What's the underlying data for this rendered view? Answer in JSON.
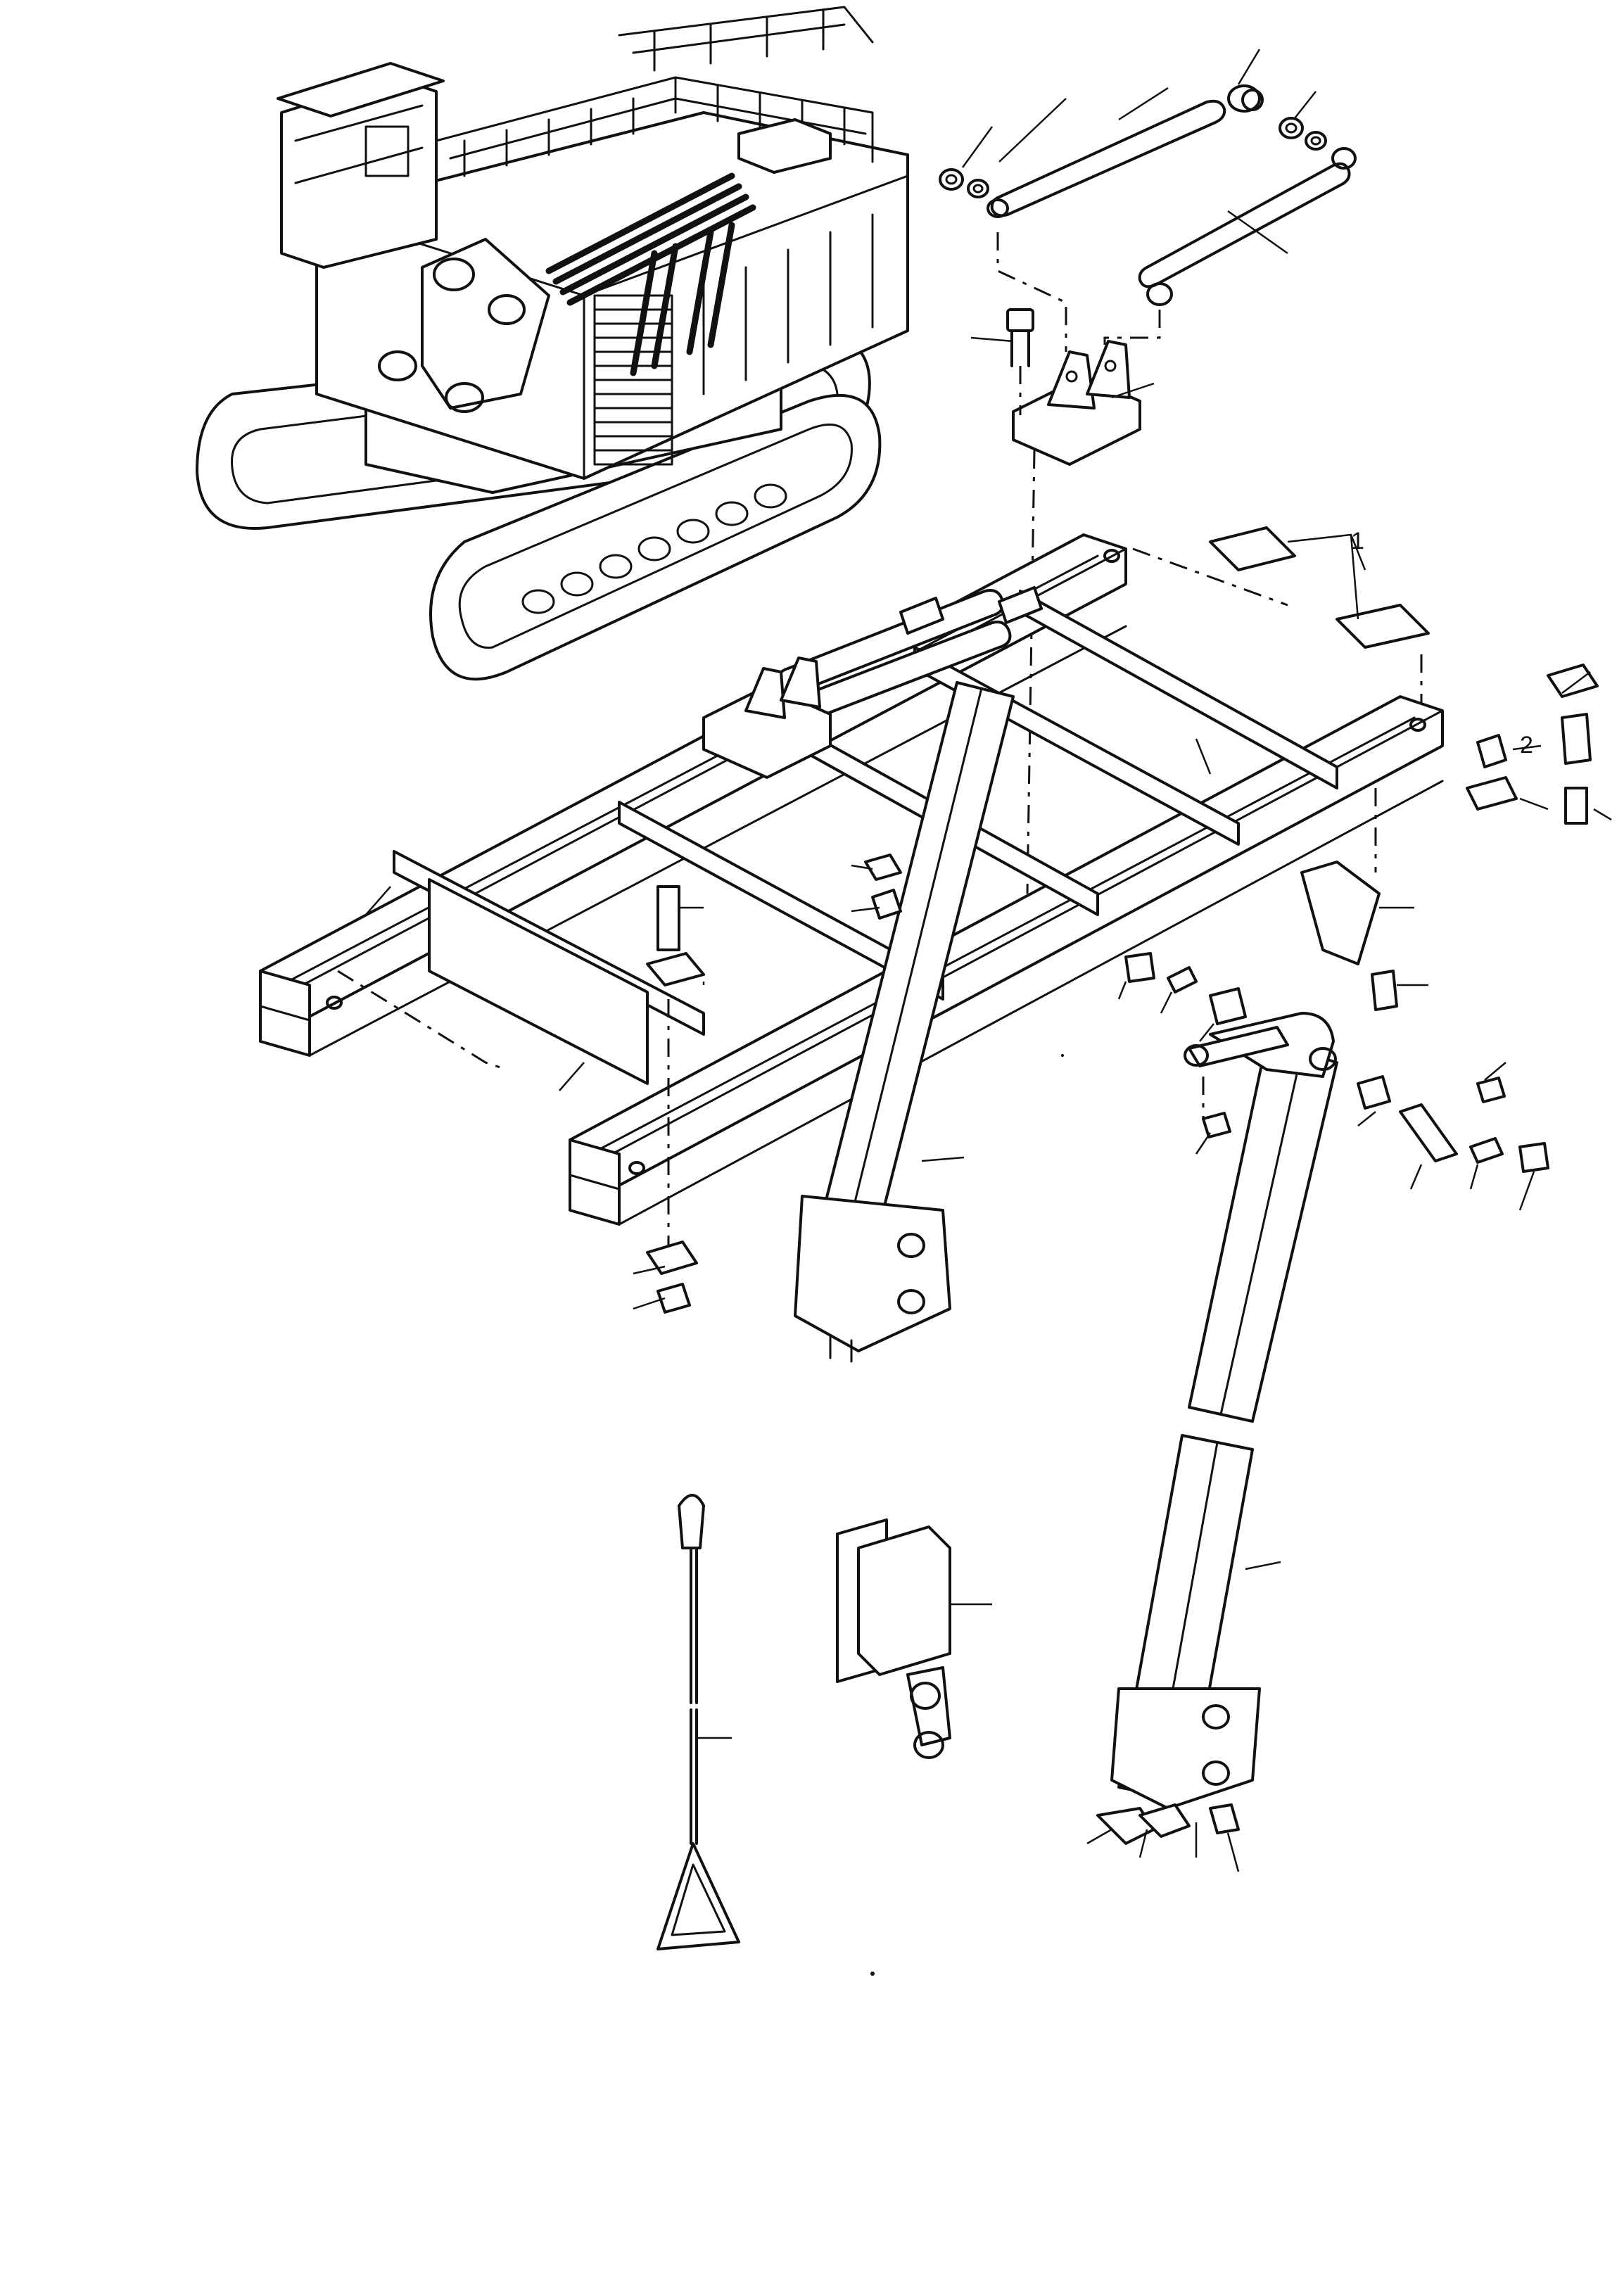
{
  "diagram": {
    "colors": {
      "ink": "#111111",
      "paper": "#ffffff"
    },
    "callouts": [
      {
        "id": "callout-1",
        "text": "1"
      },
      {
        "id": "callout-2",
        "text": "2"
      }
    ]
  }
}
